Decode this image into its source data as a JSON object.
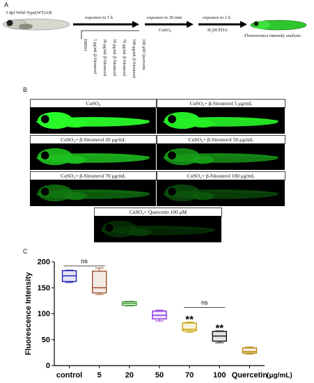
{
  "figure": {
    "panel_a": {
      "letter": "A",
      "fish_label": "3 dpf  Wild-Type(WT)AB",
      "step1": "exposure to 1 h",
      "step2": "exposure to 20 min",
      "step2_sub": "CuSO₄",
      "step3": "exposure to 1 h",
      "step3_sub": "H₂DCFDA",
      "final": "Fluorescence intensity analysis",
      "treatments": [
        "DMSO",
        "5 μg/mL β-Sitosterol",
        "20 μg/mL β-Sitosterol",
        "50 μg/mL β-Sitosterol",
        "70 μg/mL β-Sitosterol",
        "100 μg/mL β-Sitosterol",
        "100 μM Quercetin"
      ]
    },
    "panel_b": {
      "letter": "B",
      "images": [
        {
          "label": "CuSO₄",
          "intensity": 1.0
        },
        {
          "label": "CuSO₄+ β-Sitosterol 5 μg/mL",
          "intensity": 0.95
        },
        {
          "label": "CuSO₄+ β-Sitosterol 20 μg/mL",
          "intensity": 0.75
        },
        {
          "label": "CuSO₄+ β-Sitosterol 50 μg/mL",
          "intensity": 0.6
        },
        {
          "label": "CuSO₄+ β-Sitosterol 70 μg/mL",
          "intensity": 0.45
        },
        {
          "label": "CuSO₄+ β-Sitosterol 100 μg/mL",
          "intensity": 0.3
        },
        {
          "label": "CuSO₄+ Quercetin 100 μM",
          "intensity": 0.18
        }
      ]
    },
    "panel_c": {
      "letter": "C",
      "unit_label": "(μg/mL)"
    }
  },
  "chart_data": {
    "type": "box",
    "ylabel": "Fluorescence Intensity",
    "xlabel": "",
    "ylim": [
      0,
      200
    ],
    "yticks": [
      0,
      50,
      100,
      150,
      200
    ],
    "categories": [
      "control",
      "5",
      "20",
      "50",
      "70",
      "100",
      "Quercetin"
    ],
    "boxes": [
      {
        "min": 160,
        "q1": 162,
        "median": 173,
        "q3": 183,
        "max": 184,
        "color": "#2020b0"
      },
      {
        "min": 137,
        "q1": 140,
        "median": 150,
        "q3": 182,
        "max": 188,
        "color": "#a0522d"
      },
      {
        "min": 115,
        "q1": 116,
        "median": 120,
        "q3": 123,
        "max": 124,
        "color": "#3a9a2a"
      },
      {
        "min": 86,
        "q1": 90,
        "median": 97,
        "q3": 105,
        "max": 107,
        "color": "#8a2be2"
      },
      {
        "min": 64,
        "q1": 67,
        "median": 70,
        "q3": 82,
        "max": 84,
        "color": "#c8a000"
      },
      {
        "min": 44,
        "q1": 47,
        "median": 57,
        "q3": 66,
        "max": 67,
        "color": "#111111"
      },
      {
        "min": 22,
        "q1": 24,
        "median": 27,
        "q3": 34,
        "max": 36,
        "color": "#b8860b"
      }
    ],
    "annotations": [
      {
        "text": "ns",
        "from": 0,
        "to": 1,
        "y": 192
      },
      {
        "text": "ns",
        "from": 4,
        "to": 5,
        "y": 112
      },
      {
        "text": "**",
        "at": 4,
        "y": 88
      },
      {
        "text": "**",
        "at": 5,
        "y": 71
      }
    ]
  }
}
